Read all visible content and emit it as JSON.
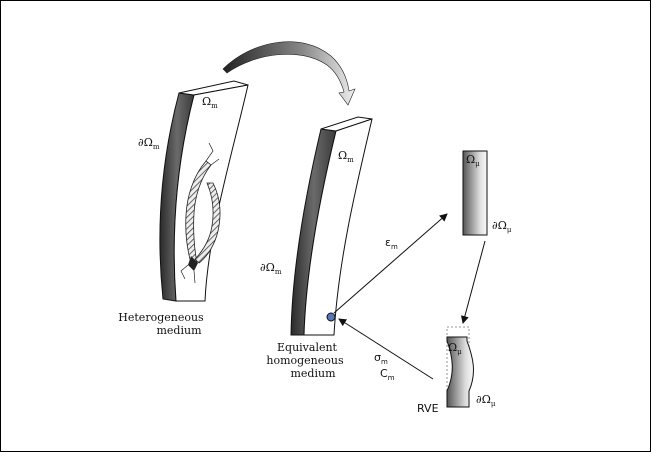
{
  "labels": {
    "omega_sym": "Ω",
    "boundary_sym": "∂Ω",
    "sub_m": "m",
    "sub_mu": "μ",
    "epsilon": "ε",
    "sigma": "σ",
    "stiffness": "C",
    "rve": "RVE"
  },
  "captions": {
    "heterogeneous_line1": "Heterogeneous",
    "heterogeneous_line2": "medium",
    "equivalent_line1": "Equivalent",
    "equivalent_line2": "homogeneous",
    "equivalent_line3": "medium"
  },
  "colors": {
    "dark_face": "#3a3a3a",
    "point_fill": "#5577bb",
    "line": "#111111"
  }
}
